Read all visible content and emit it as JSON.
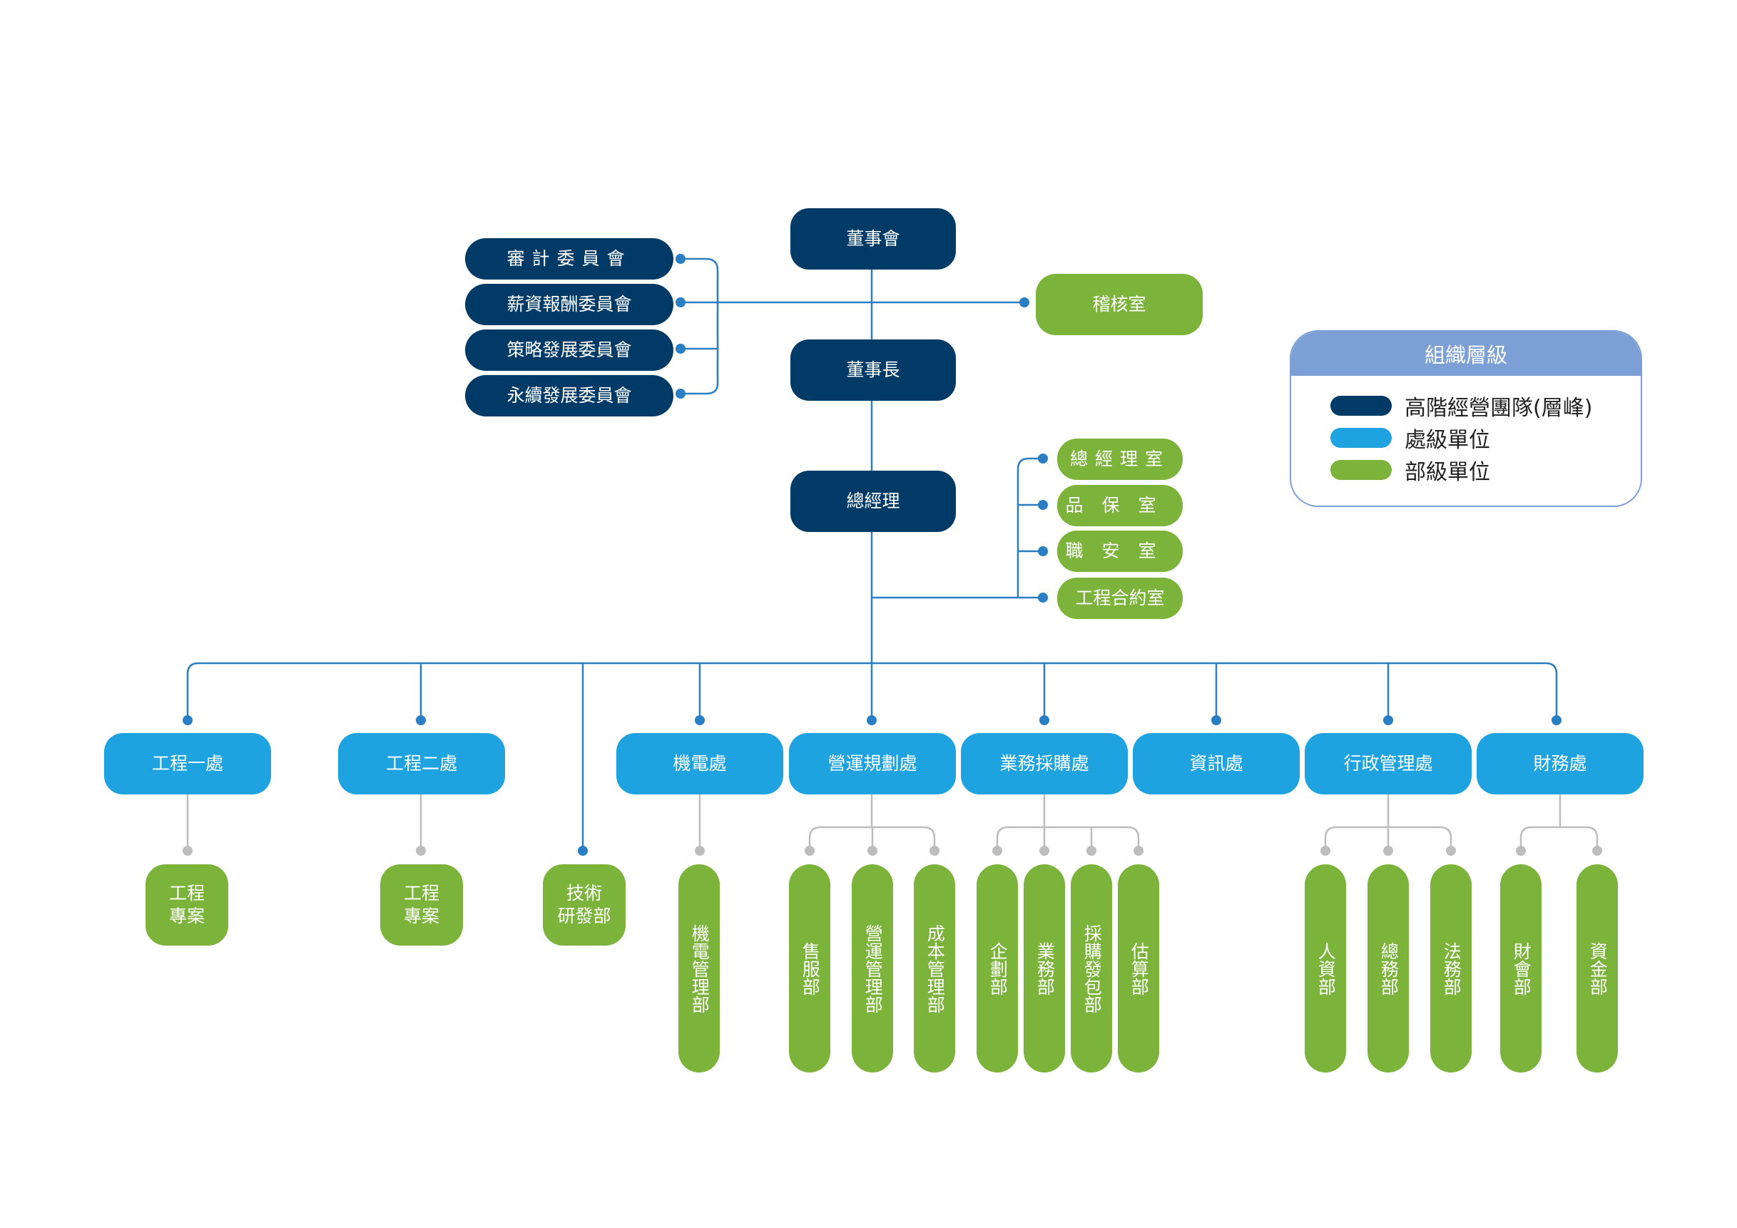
{
  "colors": {
    "executive": "#003a66",
    "division": "#1ea3e0",
    "department": "#7cb33a",
    "line_blue": "#2a7ec4",
    "line_gray": "#bdbdbd",
    "legend_accent": "#7c9fd5"
  },
  "top": {
    "board": "董事會",
    "chairman": "董事長",
    "president": "總經理"
  },
  "committees": [
    "審計委員會",
    "薪資報酬委員會",
    "策略發展委員會",
    "永續發展委員會"
  ],
  "audit_office": "稽核室",
  "president_offices": [
    "總經理室",
    "品保室",
    "職安室",
    "工程合約室"
  ],
  "divisions": [
    {
      "name": "工程一處",
      "departments": [
        "工程\n專案"
      ]
    },
    {
      "name": "工程二處",
      "departments": [
        "工程\n專案"
      ]
    },
    {
      "name": "",
      "departments": [
        "技術\n研發部"
      ]
    },
    {
      "name": "機電處",
      "departments": [
        "機電管理部"
      ]
    },
    {
      "name": "營運規劃處",
      "departments": [
        "售服部",
        "營運管理部",
        "成本管理部"
      ]
    },
    {
      "name": "業務採購處",
      "departments": [
        "企劃部",
        "業務部",
        "採購發包部",
        "估算部"
      ]
    },
    {
      "name": "資訊處",
      "departments": []
    },
    {
      "name": "行政管理處",
      "departments": [
        "人資部",
        "總務部",
        "法務部"
      ]
    },
    {
      "name": "財務處",
      "departments": [
        "財會部",
        "資金部"
      ]
    }
  ],
  "legend": {
    "title": "組織層級",
    "items": [
      {
        "label": "高階經營團隊(層峰)",
        "color": "#003a66"
      },
      {
        "label": "處級單位",
        "color": "#1ea3e0"
      },
      {
        "label": "部級單位",
        "color": "#7cb33a"
      }
    ]
  }
}
